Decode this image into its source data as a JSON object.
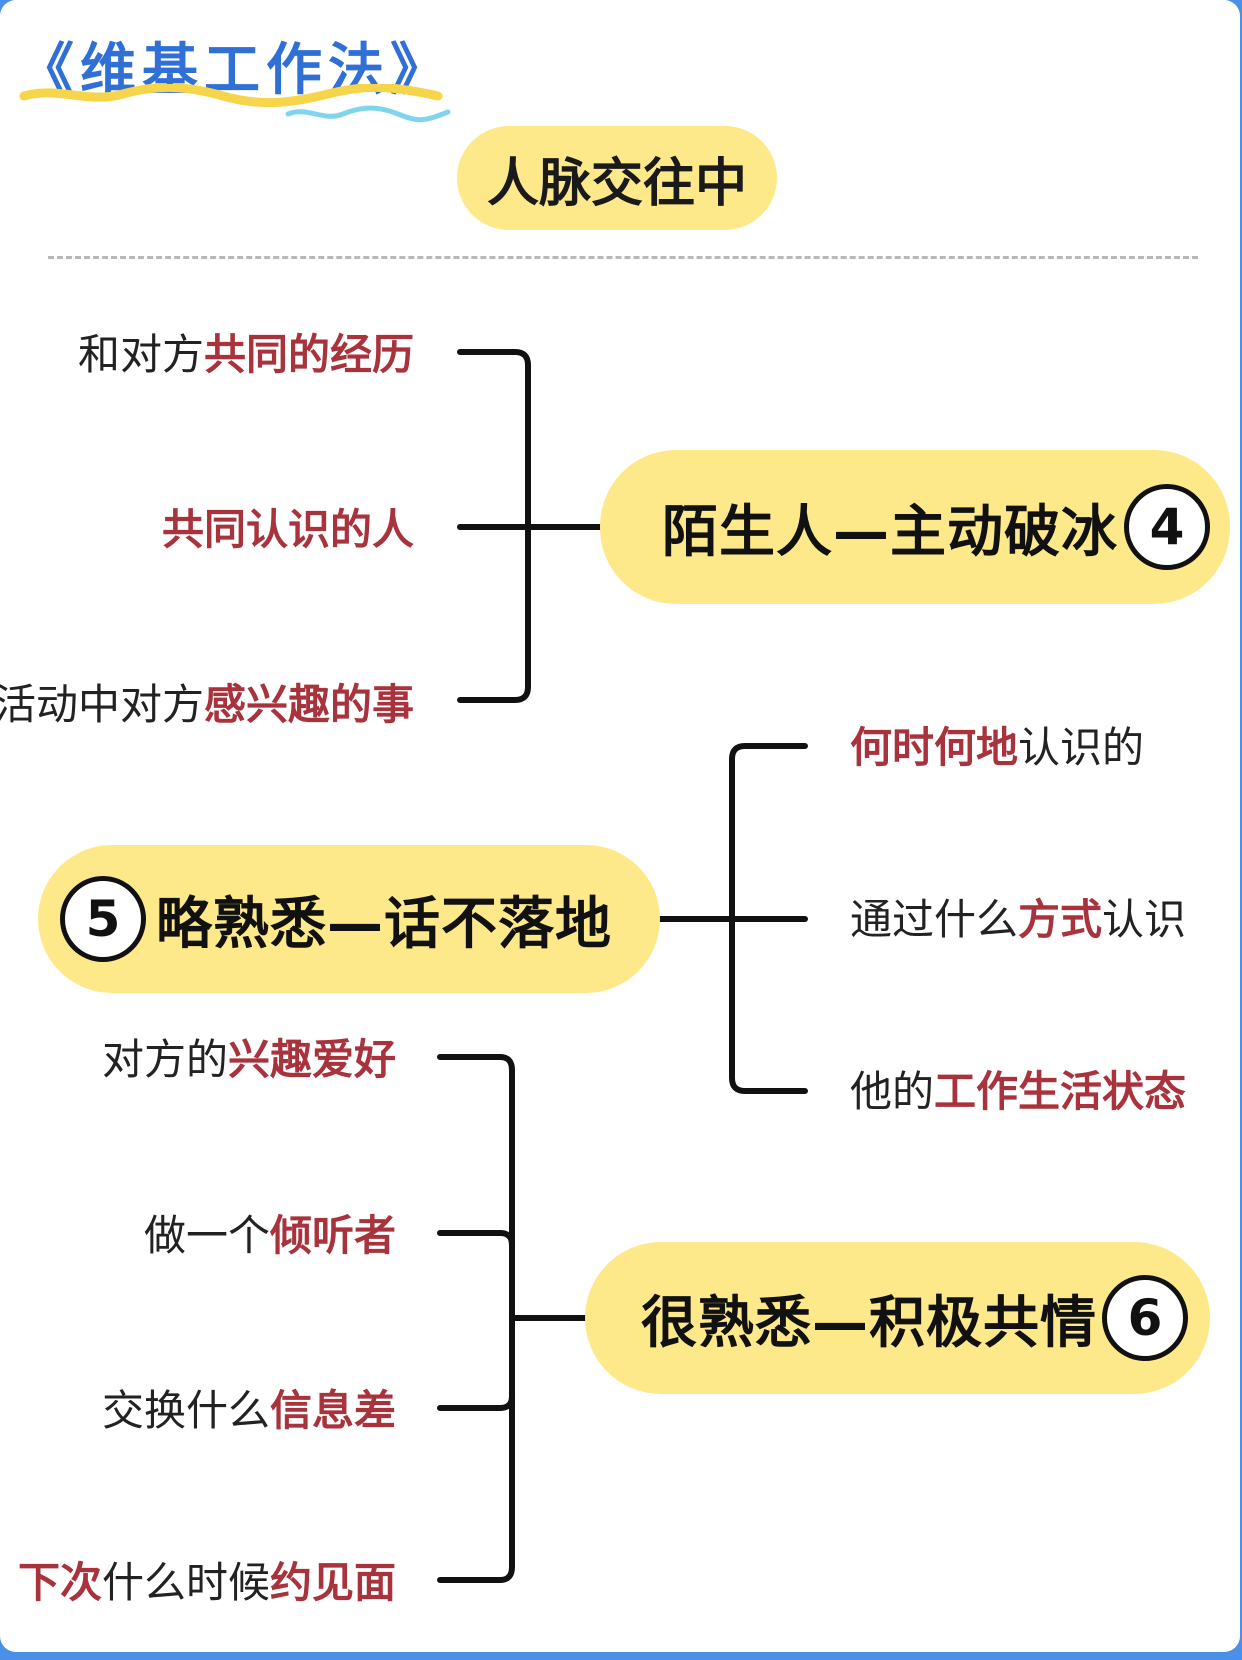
{
  "title": "《维基工作法》",
  "subtitle": "人脉交往中",
  "nodes": [
    {
      "label": "陌生人—主动破冰",
      "number": "4",
      "leaves": [
        {
          "plain": "和对方",
          "highlight": "共同的经历",
          "tail": ""
        },
        {
          "plain": "",
          "highlight": "共同认识的人",
          "tail": ""
        },
        {
          "plain": "活动中对方",
          "highlight": "感兴趣的事",
          "tail": ""
        }
      ]
    },
    {
      "label": "略熟悉—话不落地",
      "number": "5",
      "leaves": [
        {
          "plain": "",
          "highlight": "何时何地",
          "tail": "认识的"
        },
        {
          "plain": "通过什么",
          "highlight": "方式",
          "tail": "认识"
        },
        {
          "plain": "他的",
          "highlight": "工作生活状态",
          "tail": ""
        }
      ]
    },
    {
      "label": "很熟悉—积极共情",
      "number": "6",
      "leaves": [
        {
          "plain": "对方的",
          "highlight": "兴趣爱好",
          "tail": ""
        },
        {
          "plain": "做一个",
          "highlight": "倾听者",
          "tail": ""
        },
        {
          "plain": "交换什么",
          "highlight": "信息差",
          "tail": ""
        },
        {
          "parts": [
            {
              "t": "下次",
              "h": true
            },
            {
              "t": "什么时候",
              "h": false
            },
            {
              "t": "约见面",
              "h": true
            }
          ]
        }
      ]
    }
  ],
  "colors": {
    "accent": "#a8333c",
    "pill": "#fde98a",
    "title": "#2f6fd6",
    "frame": "#4a8fe8"
  }
}
